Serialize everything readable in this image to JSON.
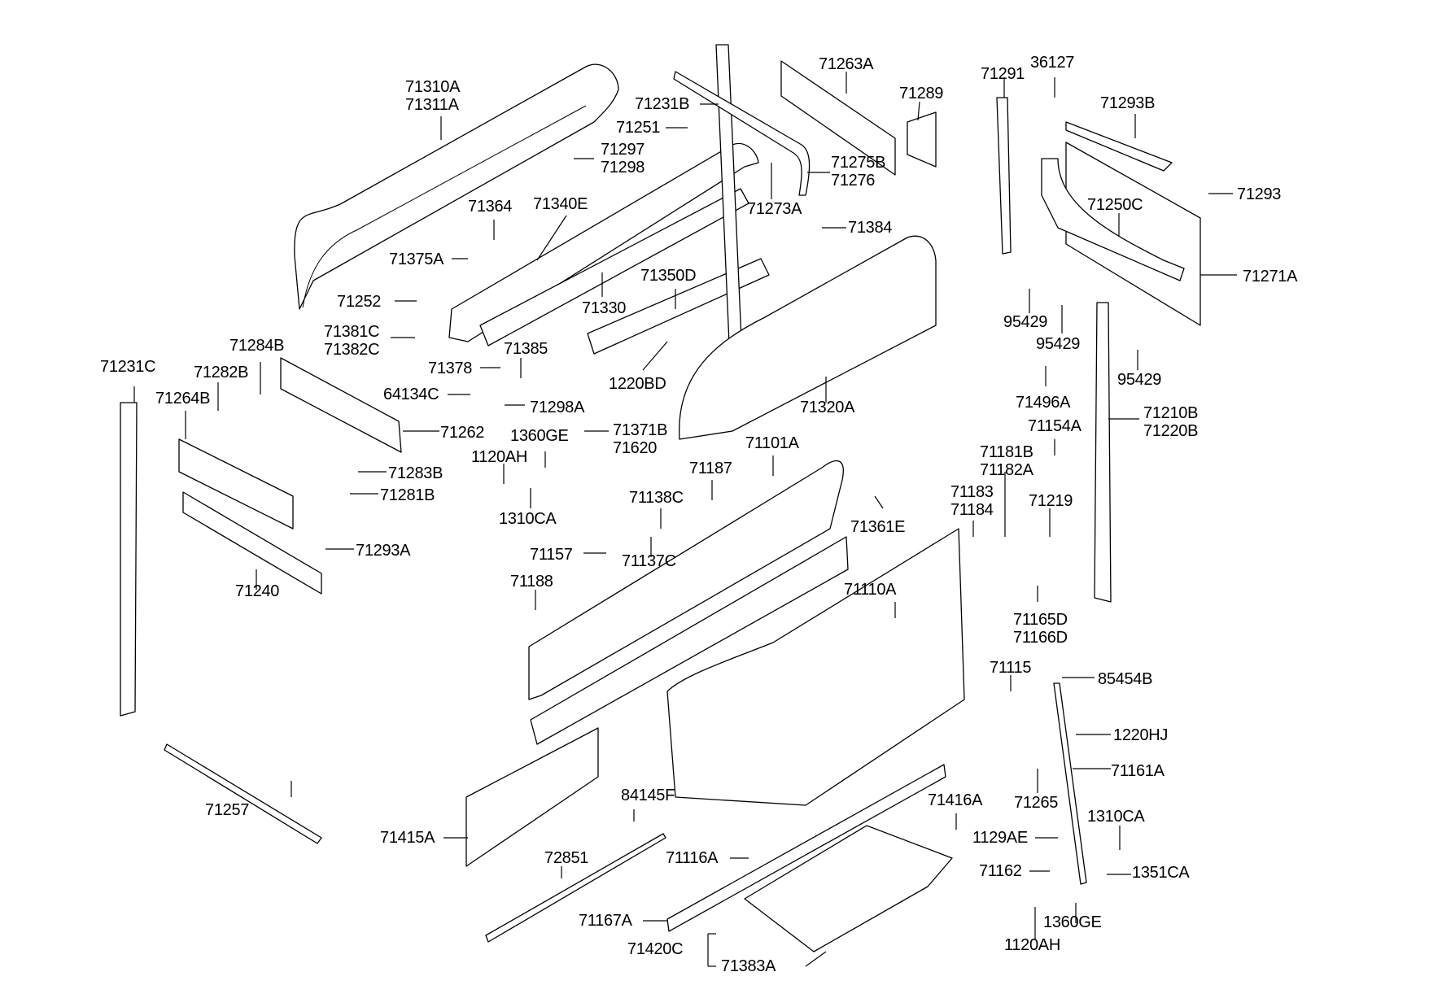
{
  "diagram": {
    "type": "exploded-parts-diagram",
    "subject": "Cab body panels and pillars",
    "line_color": "#000000",
    "background": "#ffffff",
    "callouts": [
      {
        "id": "c01",
        "parts": [
          "71310A",
          "71311A"
        ]
      },
      {
        "id": "c02",
        "parts": [
          "71231B"
        ]
      },
      {
        "id": "c03",
        "parts": [
          "71251"
        ]
      },
      {
        "id": "c04",
        "parts": [
          "71297",
          "71298"
        ]
      },
      {
        "id": "c05",
        "parts": [
          "71263A"
        ]
      },
      {
        "id": "c06",
        "parts": [
          "71289"
        ]
      },
      {
        "id": "c07",
        "parts": [
          "71275B",
          "71276"
        ]
      },
      {
        "id": "c08",
        "parts": [
          "71273A"
        ]
      },
      {
        "id": "c09",
        "parts": [
          "71364"
        ]
      },
      {
        "id": "c10",
        "parts": [
          "71340E"
        ]
      },
      {
        "id": "c11",
        "parts": [
          "71375A"
        ]
      },
      {
        "id": "c12",
        "parts": [
          "71384"
        ]
      },
      {
        "id": "c13",
        "parts": [
          "71252"
        ]
      },
      {
        "id": "c14",
        "parts": [
          "71330"
        ]
      },
      {
        "id": "c15",
        "parts": [
          "71350D"
        ]
      },
      {
        "id": "c16",
        "parts": [
          "71381C",
          "71382C"
        ]
      },
      {
        "id": "c17",
        "parts": [
          "71378"
        ]
      },
      {
        "id": "c18",
        "parts": [
          "71385"
        ]
      },
      {
        "id": "c19",
        "parts": [
          "1220BD"
        ]
      },
      {
        "id": "c20",
        "parts": [
          "71320A"
        ]
      },
      {
        "id": "c21",
        "parts": [
          "64134C"
        ]
      },
      {
        "id": "c22",
        "parts": [
          "71298A"
        ]
      },
      {
        "id": "c23",
        "parts": [
          "71231C"
        ]
      },
      {
        "id": "c24",
        "parts": [
          "71284B"
        ]
      },
      {
        "id": "c25",
        "parts": [
          "71282B"
        ]
      },
      {
        "id": "c26",
        "parts": [
          "71264B"
        ]
      },
      {
        "id": "c27",
        "parts": [
          "71262"
        ]
      },
      {
        "id": "c28",
        "parts": [
          "1360GE"
        ]
      },
      {
        "id": "c29",
        "parts": [
          "71371B",
          "71620"
        ]
      },
      {
        "id": "c30",
        "parts": [
          "1120AH"
        ]
      },
      {
        "id": "c31",
        "parts": [
          "71283B"
        ]
      },
      {
        "id": "c32",
        "parts": [
          "71281B"
        ]
      },
      {
        "id": "c33",
        "parts": [
          "1310CA"
        ]
      },
      {
        "id": "c34",
        "parts": [
          "71187"
        ]
      },
      {
        "id": "c35",
        "parts": [
          "71101A"
        ]
      },
      {
        "id": "c36",
        "parts": [
          "71138C"
        ]
      },
      {
        "id": "c37",
        "parts": [
          "71361E"
        ]
      },
      {
        "id": "c38",
        "parts": [
          "71293A"
        ]
      },
      {
        "id": "c39",
        "parts": [
          "71157"
        ]
      },
      {
        "id": "c40",
        "parts": [
          "71137C"
        ]
      },
      {
        "id": "c41",
        "parts": [
          "71240"
        ]
      },
      {
        "id": "c42",
        "parts": [
          "71188"
        ]
      },
      {
        "id": "c43",
        "parts": [
          "71110A"
        ]
      },
      {
        "id": "c44",
        "parts": [
          "71291"
        ]
      },
      {
        "id": "c45",
        "parts": [
          "36127"
        ]
      },
      {
        "id": "c46",
        "parts": [
          "71293B"
        ]
      },
      {
        "id": "c47",
        "parts": [
          "71293"
        ]
      },
      {
        "id": "c48",
        "parts": [
          "71250C"
        ]
      },
      {
        "id": "c49",
        "parts": [
          "71271A"
        ]
      },
      {
        "id": "c50",
        "parts": [
          "95429"
        ]
      },
      {
        "id": "c51",
        "parts": [
          "95429"
        ]
      },
      {
        "id": "c52",
        "parts": [
          "95429"
        ]
      },
      {
        "id": "c53",
        "parts": [
          "71496A"
        ]
      },
      {
        "id": "c54",
        "parts": [
          "71210B",
          "71220B"
        ]
      },
      {
        "id": "c55",
        "parts": [
          "71154A"
        ]
      },
      {
        "id": "c56",
        "parts": [
          "71181B",
          "71182A"
        ]
      },
      {
        "id": "c57",
        "parts": [
          "71183",
          "71184"
        ]
      },
      {
        "id": "c58",
        "parts": [
          "71219"
        ]
      },
      {
        "id": "c59",
        "parts": [
          "71165D",
          "71166D"
        ]
      },
      {
        "id": "c60",
        "parts": [
          "71115"
        ]
      },
      {
        "id": "c61",
        "parts": [
          "85454B"
        ]
      },
      {
        "id": "c62",
        "parts": [
          "1220HJ"
        ]
      },
      {
        "id": "c63",
        "parts": [
          "71161A"
        ]
      },
      {
        "id": "c64",
        "parts": [
          "71265"
        ]
      },
      {
        "id": "c65",
        "parts": [
          "71257"
        ]
      },
      {
        "id": "c66",
        "parts": [
          "84145F"
        ]
      },
      {
        "id": "c67",
        "parts": [
          "71416A"
        ]
      },
      {
        "id": "c68",
        "parts": [
          "1310CA"
        ]
      },
      {
        "id": "c69",
        "parts": [
          "71415A"
        ]
      },
      {
        "id": "c70",
        "parts": [
          "1129AE"
        ]
      },
      {
        "id": "c71",
        "parts": [
          "72851"
        ]
      },
      {
        "id": "c72",
        "parts": [
          "71116A"
        ]
      },
      {
        "id": "c73",
        "parts": [
          "71162"
        ]
      },
      {
        "id": "c74",
        "parts": [
          "1351CA"
        ]
      },
      {
        "id": "c75",
        "parts": [
          "1360GE"
        ]
      },
      {
        "id": "c76",
        "parts": [
          "71167A"
        ]
      },
      {
        "id": "c77",
        "parts": [
          "1120AH"
        ]
      },
      {
        "id": "c78",
        "parts": [
          "71420C"
        ]
      },
      {
        "id": "c79",
        "parts": [
          "71383A"
        ]
      }
    ]
  }
}
